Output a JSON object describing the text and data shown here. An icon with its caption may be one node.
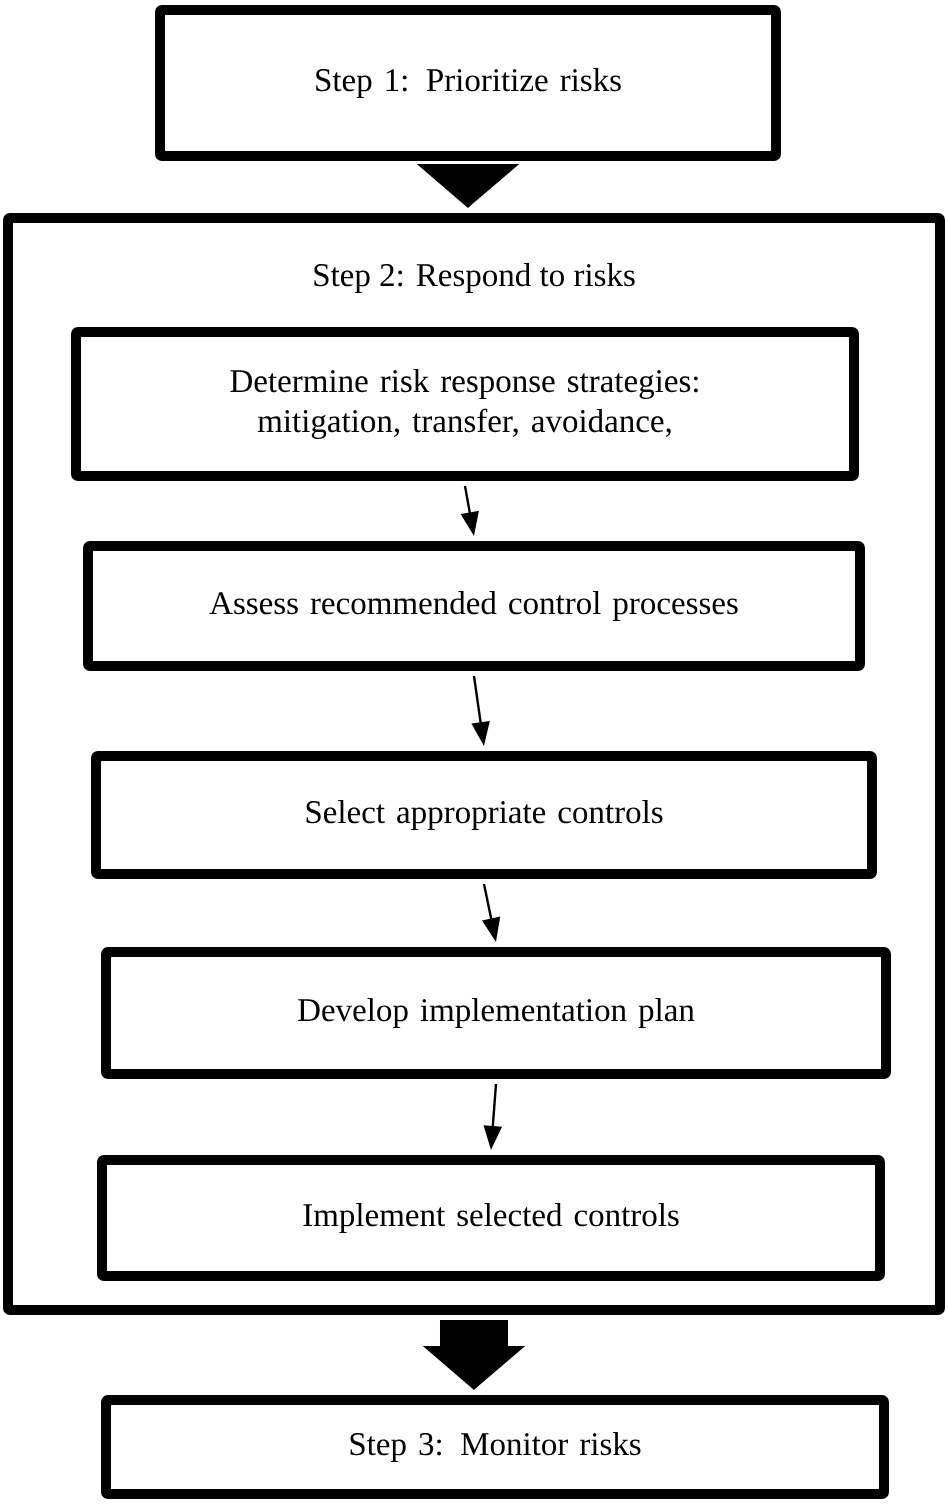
{
  "diagram": {
    "nodes": [
      {
        "text": [
          "Step 1: Prioritize risks"
        ]
      },
      {
        "text": [
          "Step 2: Respond to risks"
        ]
      },
      {
        "text": [
          "Determine risk response strategies: mitigation, transfer, avoidance,"
        ],
        "in": 1
      },
      {
        "text": [
          "Assess recommended control processes"
        ],
        "in": 1
      },
      {
        "text": [
          "Select appropriate controls"
        ],
        "in": 1
      },
      {
        "text": [
          "Develop implementation plan"
        ],
        "in": 1
      },
      {
        "text": [
          "Implement selected controls"
        ],
        "in": 1
      },
      {
        "text": [
          "Step 3: Monitor risks"
        ]
      }
    ],
    "edges": [
      {
        "from": 0,
        "to": 1,
        "arrow": "to",
        "style": "thick"
      },
      {
        "from": 2,
        "to": 3,
        "arrow": "to"
      },
      {
        "from": 3,
        "to": 4,
        "arrow": "to"
      },
      {
        "from": 4,
        "to": 5,
        "arrow": "to"
      },
      {
        "from": 5,
        "to": 6,
        "arrow": "to"
      },
      {
        "from": 1,
        "to": 7,
        "arrow": "to",
        "style": "thick"
      }
    ]
  }
}
